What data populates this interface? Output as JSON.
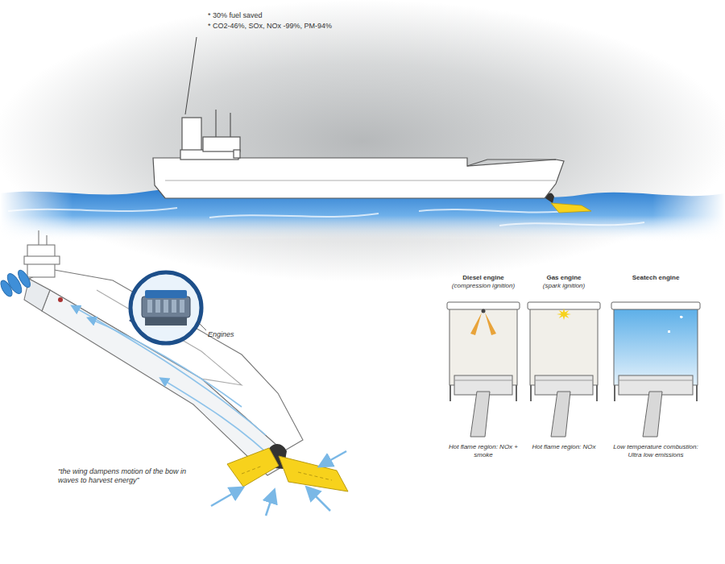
{
  "diagram": {
    "nodes": [
      {
        "text": [
          "Diesel engine",
          "(compression ignition)",
          "Hot flame region: NOx + smoke"
        ]
      },
      {
        "text": [
          "Gas engine",
          "(spark ignition)",
          "Hot flame region: NOx"
        ]
      },
      {
        "text": [
          "Seatech engine",
          "Low temperature combustion: Ultra low emissions"
        ]
      }
    ],
    "labels": [
      "* 30% fuel saved",
      "* CO2-46%, SOx, NOx -99%, PM-94%",
      "Engines",
      "“the wing dampens motion of the bow in waves to harvest energy”"
    ]
  }
}
